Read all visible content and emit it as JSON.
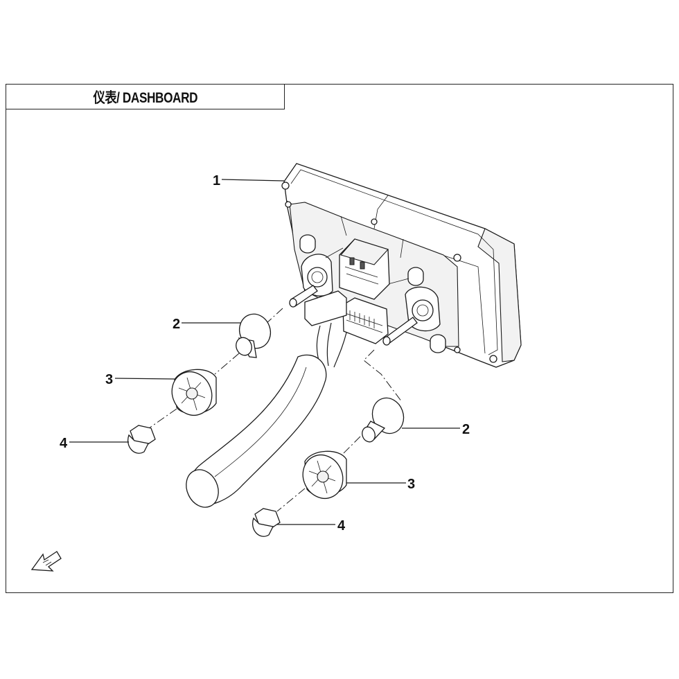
{
  "title": "仪表/ DASHBOARD",
  "callouts": [
    {
      "id": "c1",
      "label": "1"
    },
    {
      "id": "c2a",
      "label": "2"
    },
    {
      "id": "c3a",
      "label": "3"
    },
    {
      "id": "c4a",
      "label": "4"
    },
    {
      "id": "c2b",
      "label": "2"
    },
    {
      "id": "c3b",
      "label": "3"
    },
    {
      "id": "c4b",
      "label": "4"
    }
  ],
  "icons": {
    "forward": "fwd-arrow-icon"
  },
  "colors": {
    "line": "#1a1a1a",
    "background": "#ffffff"
  }
}
